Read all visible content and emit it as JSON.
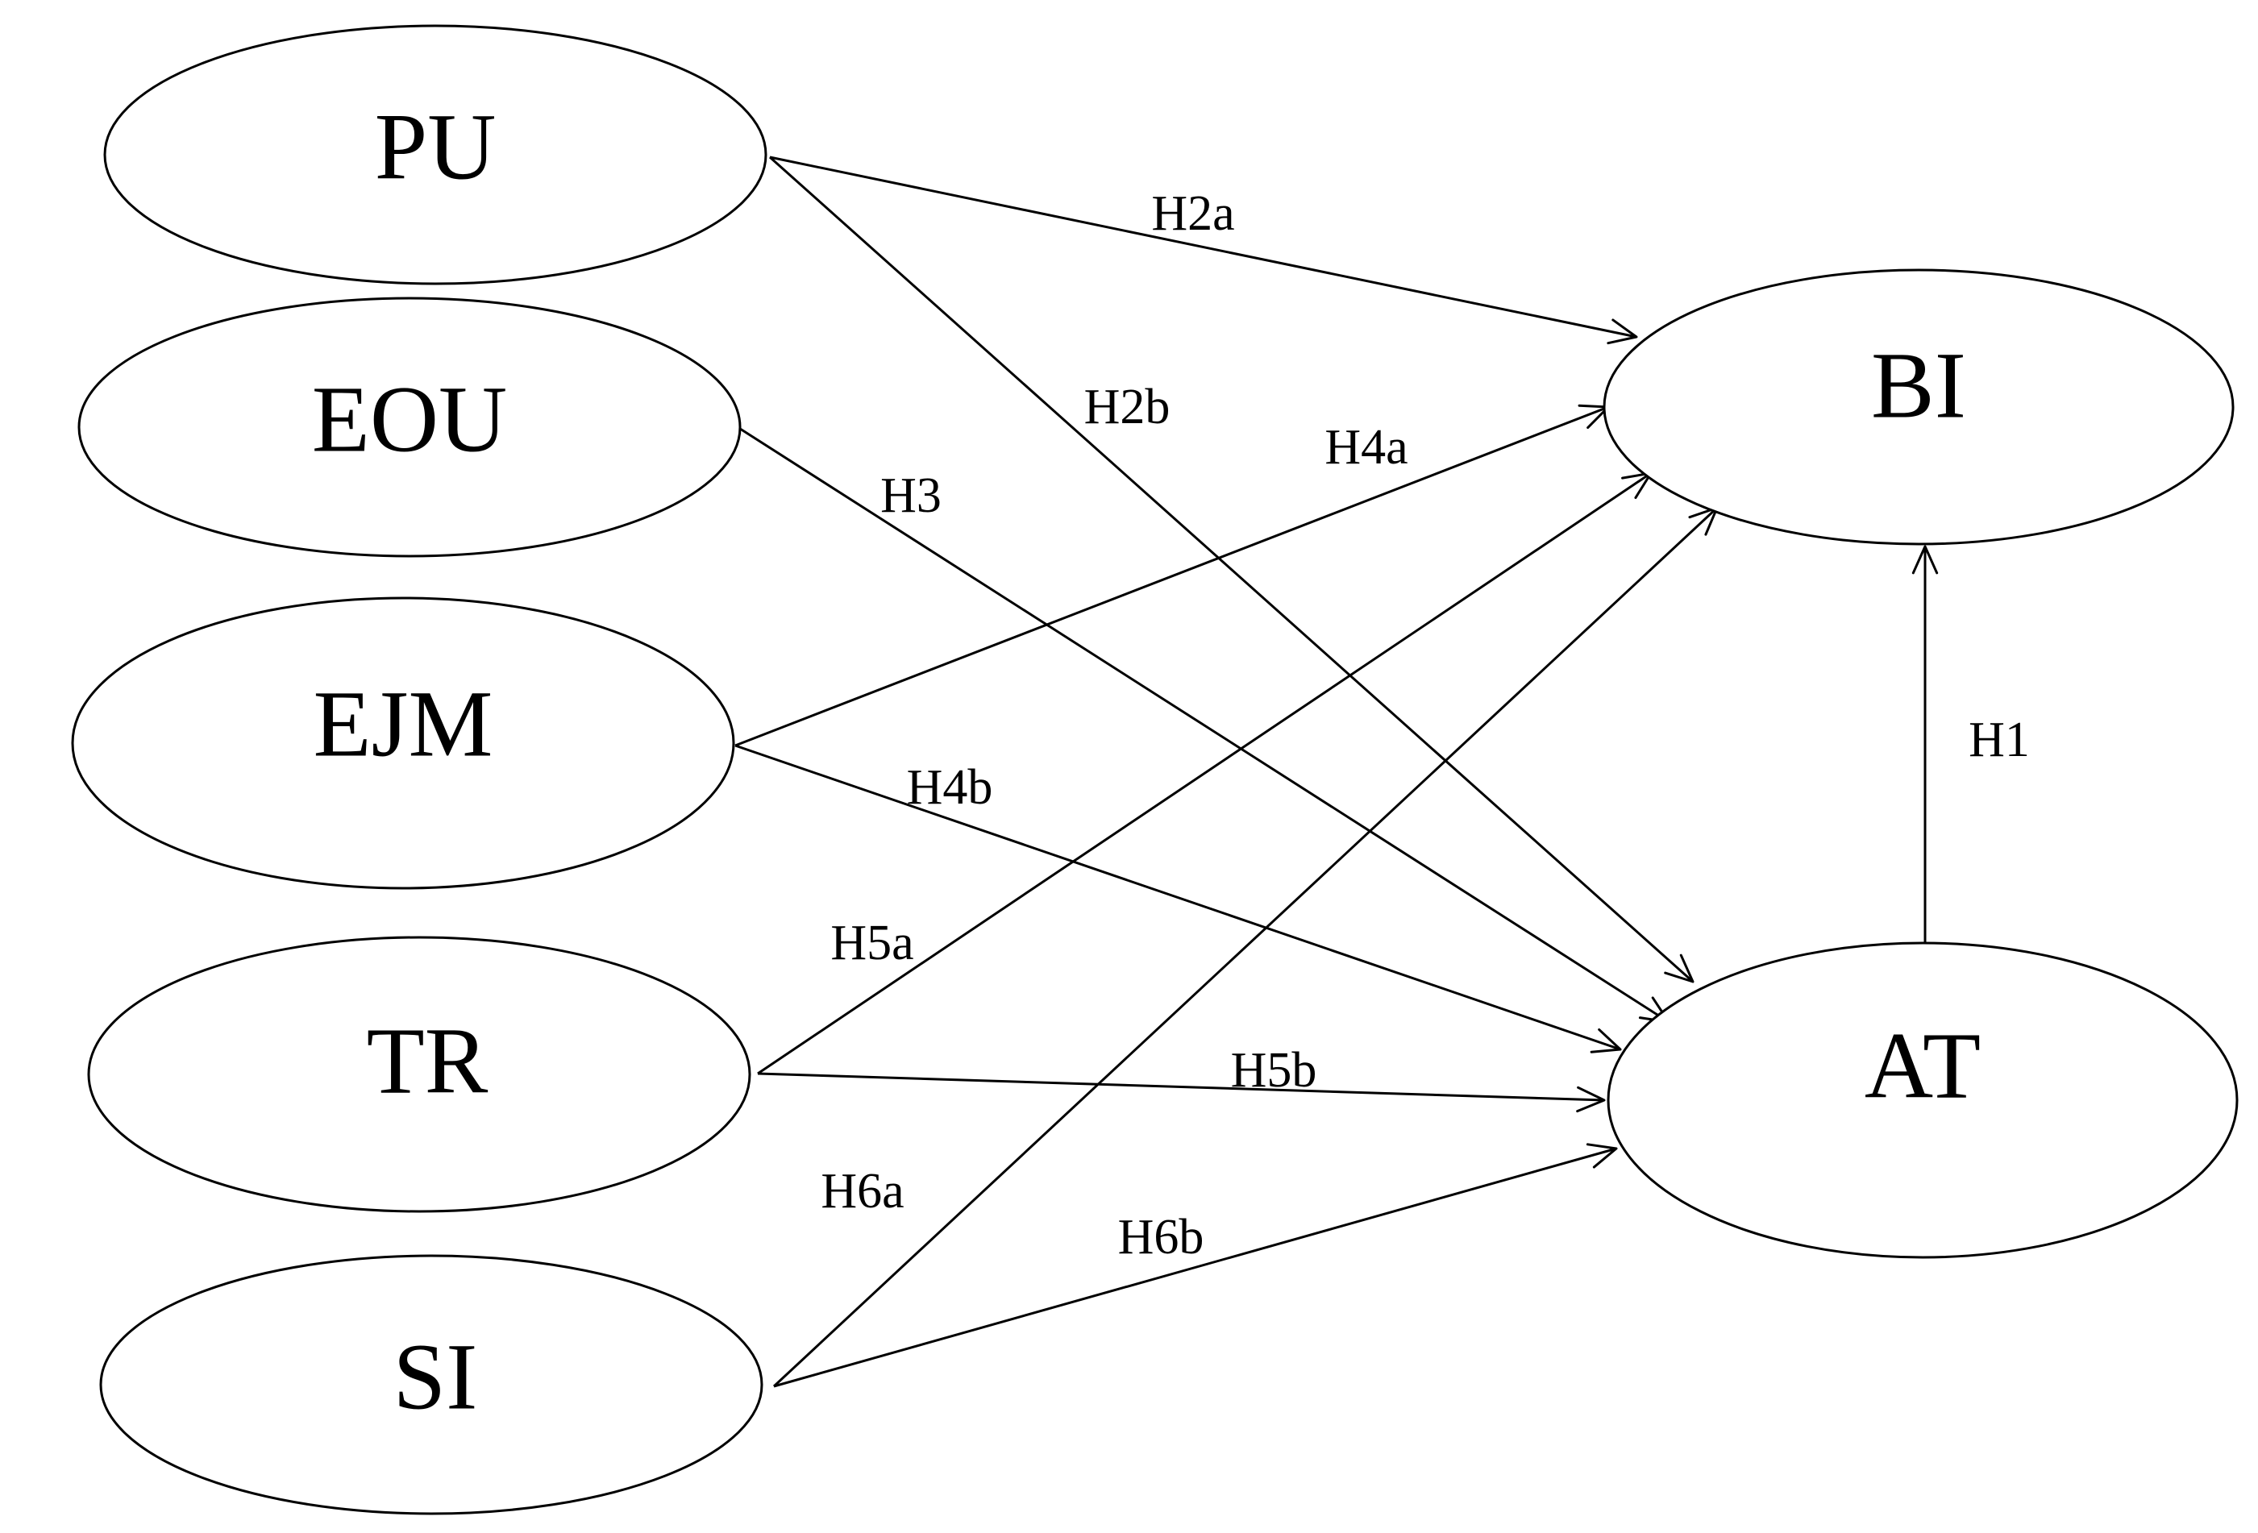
{
  "nodes": [
    {
      "id": "PU",
      "label": "PU"
    },
    {
      "id": "EOU",
      "label": "EOU"
    },
    {
      "id": "EJM",
      "label": "EJM"
    },
    {
      "id": "TR",
      "label": "TR"
    },
    {
      "id": "SI",
      "label": "SI"
    },
    {
      "id": "BI",
      "label": "BI"
    },
    {
      "id": "AT",
      "label": "AT"
    }
  ],
  "edges": [
    {
      "from": "PU",
      "to": "BI",
      "label": "H2a"
    },
    {
      "from": "PU",
      "to": "AT",
      "label": "H2b"
    },
    {
      "from": "EOU",
      "to": "AT",
      "label": "H3"
    },
    {
      "from": "EJM",
      "to": "BI",
      "label": "H4a"
    },
    {
      "from": "EJM",
      "to": "AT",
      "label": "H4b"
    },
    {
      "from": "TR",
      "to": "BI",
      "label": "H5a"
    },
    {
      "from": "TR",
      "to": "AT",
      "label": "H5b"
    },
    {
      "from": "SI",
      "to": "BI",
      "label": "H6a"
    },
    {
      "from": "SI",
      "to": "AT",
      "label": "H6b"
    },
    {
      "from": "AT",
      "to": "BI",
      "label": "H1"
    }
  ]
}
